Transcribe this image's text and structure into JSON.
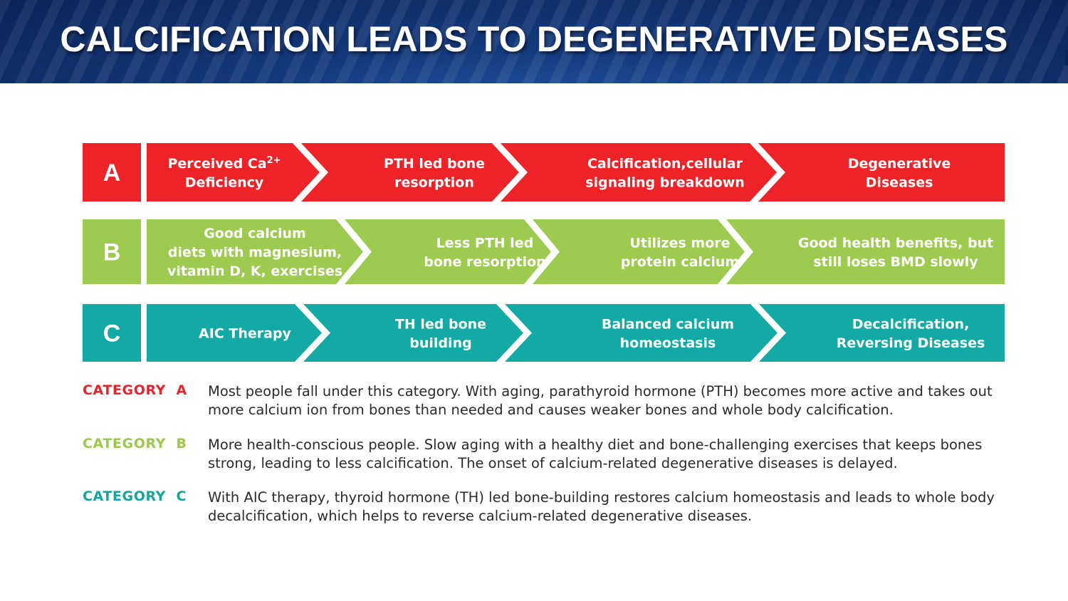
{
  "title": "CALCIFICATION LEADS TO DEGENERATIVE DISEASES",
  "rows": [
    {
      "letter": "A",
      "color": "#ed2328",
      "steps": [
        [
          "Perceived Ca",
          "Deficiency"
        ],
        [
          "PTH led bone",
          "resorption"
        ],
        [
          "Calcification,cellular",
          "signaling breakdown"
        ],
        [
          "Degenerative",
          "Diseases"
        ]
      ],
      "superscript": "2+"
    },
    {
      "letter": "B",
      "color": "#9ccb4f",
      "steps": [
        [
          "Good calcium",
          "diets with magnesium,",
          "vitamin D, K, exercises"
        ],
        [
          "Less PTH led",
          "bone resorption"
        ],
        [
          "Utilizes more",
          "protein calcium"
        ],
        [
          "Good health benefits, but",
          "still loses BMD slowly"
        ]
      ]
    },
    {
      "letter": "C",
      "color": "#13aaa5",
      "steps": [
        [
          "AIC Therapy"
        ],
        [
          "TH led bone",
          "building"
        ],
        [
          "Balanced calcium",
          "homeostasis"
        ],
        [
          "Decalcification,",
          "Reversing Diseases"
        ]
      ]
    }
  ],
  "categories": [
    {
      "label": "CATEGORY  A",
      "description": "Most people fall under this category. With aging, parathyroid hormone (PTH) becomes more active and takes out more calcium ion from bones than needed and causes weaker bones and whole body calcification."
    },
    {
      "label": "CATEGORY  B",
      "description": "More health-conscious people. Slow aging with a healthy diet and bone-challenging exercises that keeps bones strong, leading to less calcification. The onset of calcium-related degenerative diseases is delayed."
    },
    {
      "label": "CATEGORY  C",
      "description": "With AIC therapy, thyroid hormone (TH) led bone-building restores calcium homeostasis and leads to whole body decalcification, which helps to reverse calcium-related degenerative diseases."
    }
  ]
}
